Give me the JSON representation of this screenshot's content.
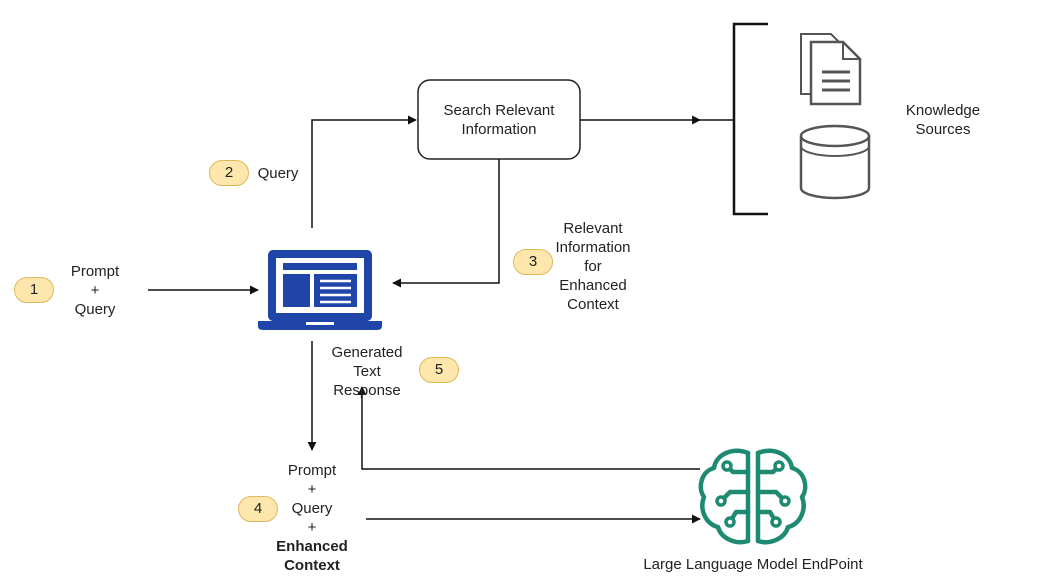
{
  "steps": {
    "s1": {
      "number": "1",
      "lines": [
        "Prompt",
        "+",
        "Query"
      ]
    },
    "s2": {
      "number": "2",
      "label": "Query"
    },
    "s3": {
      "number": "3",
      "lines": [
        "Relevant",
        "Information",
        "for",
        "Enhanced",
        "Context"
      ]
    },
    "s4": {
      "number": "4",
      "lines": [
        "Prompt",
        "+",
        "Query",
        "+"
      ],
      "bold_lines": [
        "Enhanced",
        "Context"
      ]
    },
    "s5": {
      "number": "5",
      "lines": [
        "Generated",
        "Text",
        "Response"
      ]
    }
  },
  "search_box": {
    "lines": [
      "Search Relevant",
      "Information"
    ]
  },
  "knowledge": {
    "lines": [
      "Knowledge",
      "Sources"
    ]
  },
  "llm": {
    "label": "Large Language Model EndPoint"
  },
  "icons": {
    "laptop": "laptop-icon",
    "documents": "documents-icon",
    "database": "database-icon",
    "brain": "brain-circuit-icon"
  },
  "colors": {
    "laptop": "#1f45a8",
    "brain": "#1e8a72",
    "badge_fill": "#fde7ad",
    "badge_border": "#e0b85a",
    "line": "#111111"
  }
}
